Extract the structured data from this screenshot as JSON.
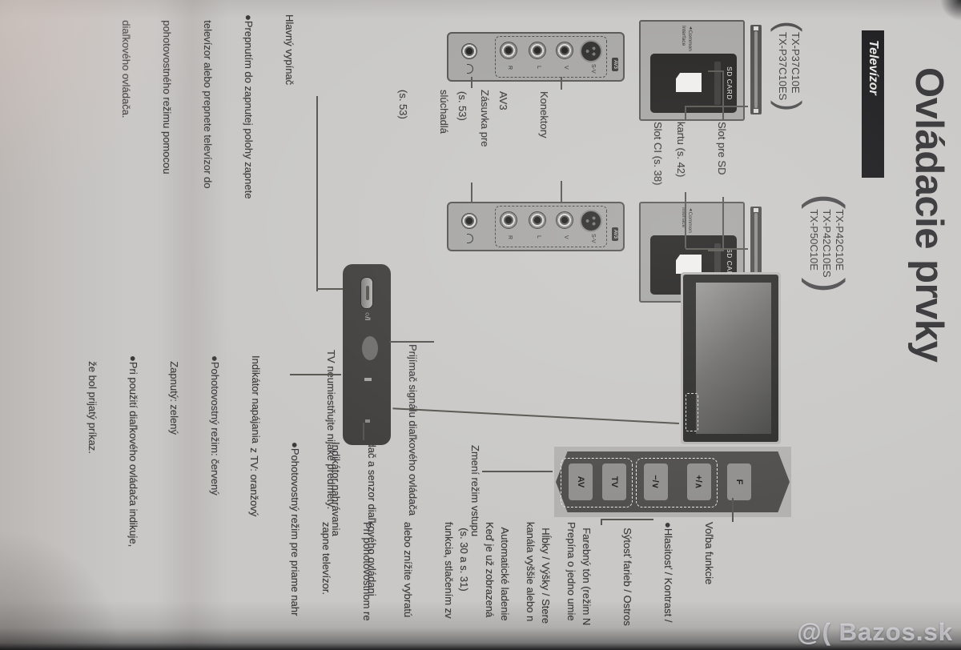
{
  "watermark": "@( Bazos.sk",
  "symbols": {
    "lparen": "(",
    "rparen": ")",
    "pointer": "◄"
  },
  "page": {
    "title": "Ovládacie prvky",
    "banner": "Televízor"
  },
  "models": {
    "set37": [
      "TX-P37C10E",
      "TX-P37C10ES"
    ],
    "set42": [
      "TX-P42C10E",
      "TX-P42C10ES",
      "TX-P50C10E"
    ]
  },
  "terminals": {
    "sd_card": "SD CARD",
    "common_interface": "Common\nInterface",
    "av3_badge": "AV3",
    "svideo_label": "S-V",
    "video_label": "V",
    "audio_left": "L",
    "audio_right": "R"
  },
  "side_buttons": {
    "f": "F",
    "vol_up": "+/∧",
    "vol_down": "−/∨",
    "tv": "TV",
    "av": "AV",
    "power": "○/I"
  },
  "callouts": {
    "sd_slot": [
      "Slot pre SD",
      "kartu (s. 42)"
    ],
    "ci_slot": [
      "Slot CI (s. 38)"
    ],
    "av3": [
      "Konektory",
      "AV3",
      "(s. 53)"
    ],
    "headphones": [
      "Zásuvka pre",
      "slúchadlá",
      "(s. 53)"
    ],
    "input_mode": "Zmení režim vstupu",
    "function_select": [
      "Voľba funkcie",
      "●Hlasitosť / Kontrast /",
      "  Sýtosť farieb / Ostros",
      "  Farebný tón (režim N",
      "  Hĺbky / Výšky / Stere",
      "  Automatické ladenie",
      "  (s. 30 a s. 31)"
    ],
    "channel_switch": [
      "Prepína o jedno umie",
      "kanála vyššie alebo n",
      "Keď je už zobrazená",
      "funkcia, stlačením zv",
      "alebo znížite vybratú",
      "Pri pohotovostnom re",
      "zapne televízor."
    ],
    "remote_receiver": [
      "Prijímač signálu diaľkového ovládača",
      "●Medzi diaľkový ovládač a senzor diaľkového ovládani",
      "  TV neumiestňujte nijaké predmety."
    ],
    "main_switch": [
      "Hlavný vypínač",
      "●Prepnutím do zapnutej polohy zapnete",
      "  televízor alebo prepnete televízor do",
      "  pohotovostného režimu pomocou",
      "  diaľkového ovládača."
    ],
    "power_indicator": [
      "Indikátor napájania",
      "●Pohotovostný režim: červený",
      "  Zapnutý: zelený",
      "●Pri použití diaľkového ovládača indikuje,",
      "  že bol prijatý príkaz."
    ],
    "record_indicator": [
      "Indikátor nahrávania",
      "●Pohotovostný režim pre priame nahr",
      "  z TV: oranžový"
    ]
  }
}
